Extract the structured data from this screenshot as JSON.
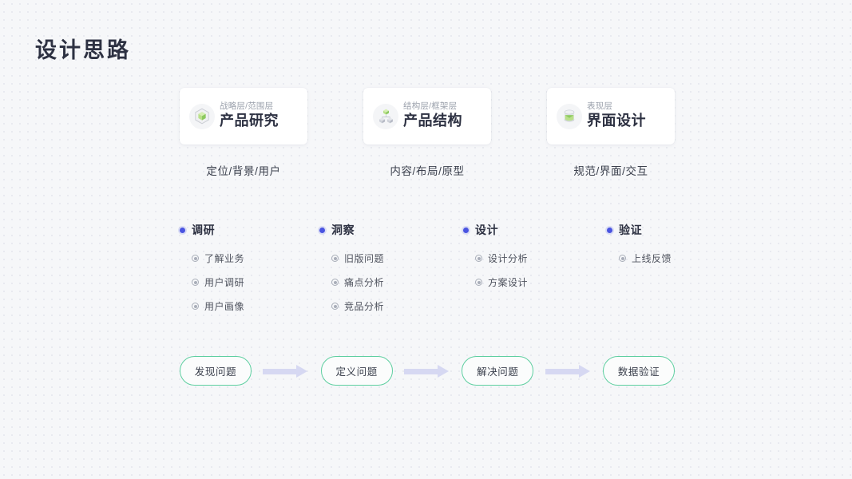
{
  "page": {
    "title": "设计思路",
    "background_color": "#f6f7f9",
    "accent_blue": "#4a54e1",
    "accent_green": "#5ecfa0",
    "arrow_color": "#d6d8f2"
  },
  "cards": [
    {
      "subtitle": "战略层/范围层",
      "title": "产品研究",
      "caption": "定位/背景/用户",
      "icon": "cube-icon"
    },
    {
      "subtitle": "结构层/框架层",
      "title": "产品结构",
      "caption": "内容/布局/原型",
      "icon": "cube-hierarchy-icon"
    },
    {
      "subtitle": "表现层",
      "title": "界面设计",
      "caption": "规范/界面/交互",
      "icon": "cylinder-icon"
    }
  ],
  "phases": [
    {
      "name": "调研",
      "items": [
        "了解业务",
        "用户调研",
        "用户画像"
      ]
    },
    {
      "name": "洞察",
      "items": [
        "旧版问题",
        "痛点分析",
        "竞品分析"
      ]
    },
    {
      "name": "设计",
      "items": [
        "设计分析",
        "方案设计"
      ]
    },
    {
      "name": "验证",
      "items": [
        "上线反馈"
      ]
    }
  ],
  "flow": {
    "steps": [
      "发现问题",
      "定义问题",
      "解决问题",
      "数据验证"
    ],
    "arrow_icon": "arrow-right-icon"
  }
}
